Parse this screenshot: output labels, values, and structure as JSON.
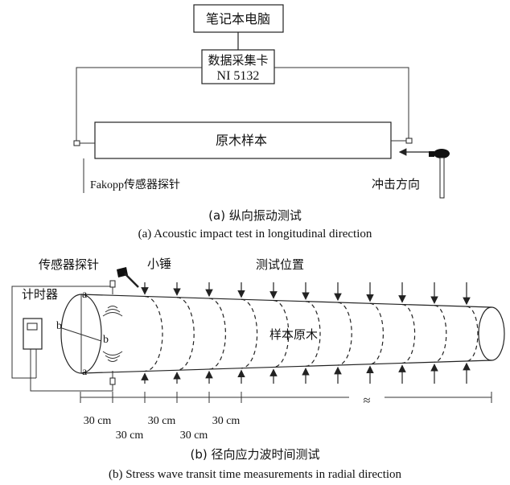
{
  "panel_a": {
    "laptop": "笔记本电脑",
    "daq_line1": "数据采集卡",
    "daq_line2": "NI 5132",
    "log": "原木样本",
    "sensor_probe": "Fakopp传感器探针",
    "impact_direction": "冲击方向",
    "caption_cn": "(a) 纵向振动测试",
    "caption_en": "(a) Acoustic impact test in longitudinal direction"
  },
  "panel_b": {
    "sensor_probe": "传感器探针",
    "hammer": "小锤",
    "test_positions": "测试位置",
    "timer": "计时器",
    "log": "样本原木",
    "label_a": "a",
    "label_b": "b",
    "break_symbol": "≈",
    "spacing_labels_top": [
      "30 cm",
      "30 cm",
      "30 cm"
    ],
    "spacing_labels_bottom": [
      "30 cm",
      "30 cm"
    ],
    "caption_cn": "(b) 径向应力波时间测试",
    "caption_en": "(b) Stress wave transit time measurements in radial direction"
  }
}
